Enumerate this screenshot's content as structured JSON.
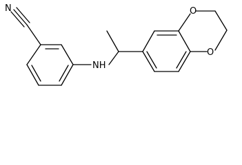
{
  "atoms": {
    "nitrile_n": "N",
    "amine_nh": "NH",
    "ring_o_top": "O",
    "ring_o_bottom": "O"
  },
  "colors": {
    "bond": "#000000",
    "background": "#ffffff"
  }
}
